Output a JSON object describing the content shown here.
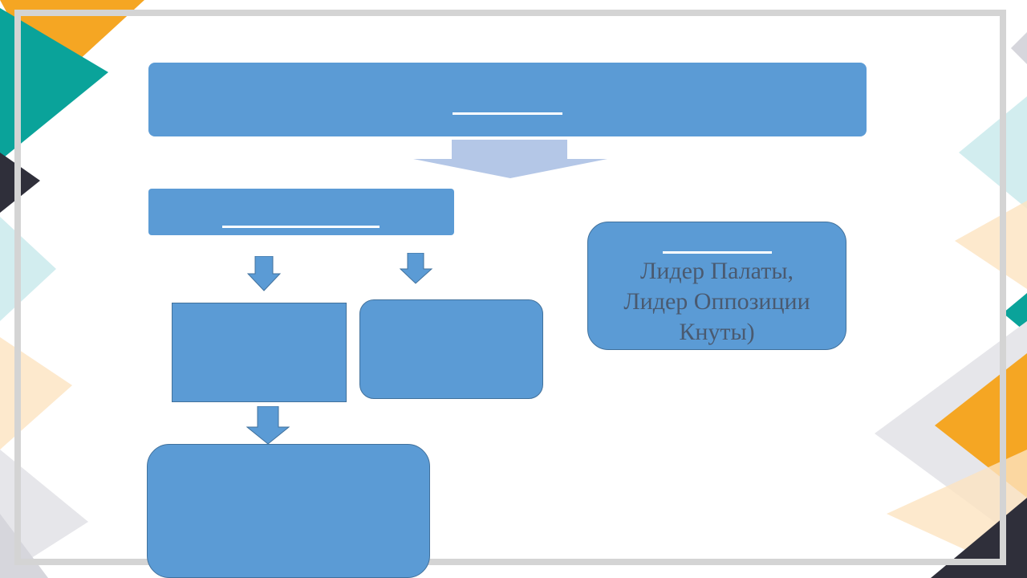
{
  "diagram": {
    "right_box": {
      "lines": [
        "Лидер Палаты,",
        "Лидер Оппозиции",
        "Кнуты)"
      ]
    }
  },
  "colors": {
    "box_fill": "#5b9bd5",
    "box_border": "#41719c",
    "big_arrow": "#b4c7e7",
    "deco_teal": "#0aa39a",
    "deco_orange": "#f5a623",
    "deco_dark": "#2f2f3a",
    "frame": "#d4d4d4"
  }
}
